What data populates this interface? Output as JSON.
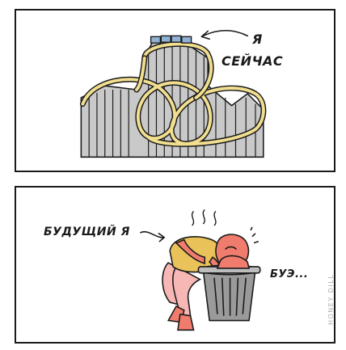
{
  "panels": [
    {
      "caption_line1": "Я",
      "caption_line2": "СЕЙЧАС"
    },
    {
      "caption": "БУДУЩИЙ Я",
      "sound": "БУЭ..."
    }
  ],
  "signature": "HONEY DILL",
  "colors": {
    "track": "#f1df8f",
    "supports": "#c9c9c9",
    "cart": "#8fb1d6",
    "skin": "#f07c6d",
    "shirt": "#e9c25a",
    "pants": "#f6b7b5",
    "bin": "#9a9a9a",
    "outline": "#1a1a1a"
  }
}
